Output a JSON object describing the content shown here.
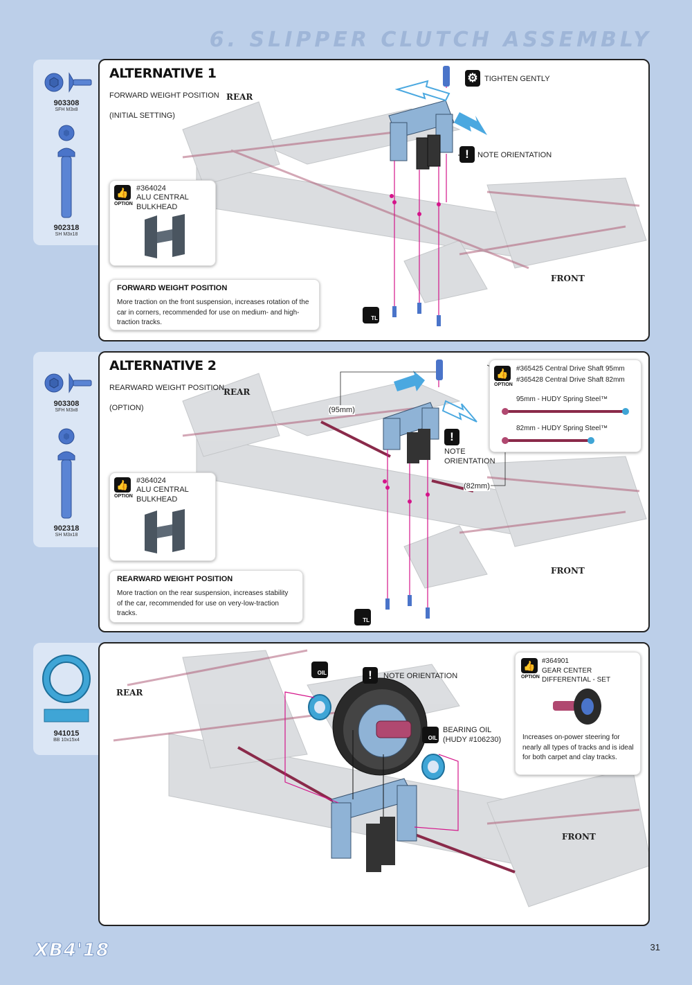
{
  "header": {
    "title": "6. SLIPPER CLUTCH ASSEMBLY"
  },
  "footer": {
    "logo": "XB4'18",
    "page_number": "31"
  },
  "panel1": {
    "title": "ALTERNATIVE 1",
    "subtitle": "FORWARD WEIGHT POSITION",
    "setting": "(INITIAL SETTING)",
    "rear": "REAR",
    "front": "FRONT",
    "tighten": "TIGHTEN GENTLY",
    "orientation": "NOTE ORIENTATION",
    "option_code": "#364024",
    "option_name": "ALU CENTRAL BULKHEAD",
    "option_word": "OPTION",
    "info_title": "FORWARD WEIGHT POSITION",
    "info_text": "More traction on the front suspension, increases rotation of the car in corners, recommended for use on medium- and high-traction tracks.",
    "tool": "TL"
  },
  "panel2": {
    "title": "ALTERNATIVE 2",
    "subtitle": "REARWARD WEIGHT POSITION",
    "setting": "(OPTION)",
    "rear": "REAR",
    "front": "FRONT",
    "orientation_1": "NOTE",
    "orientation_2": "ORIENTATION",
    "dim_95": "(95mm)",
    "dim_82": "(82mm)",
    "option_code": "#364024",
    "option_name": "ALU CENTRAL BULKHEAD",
    "option_word": "OPTION",
    "info_title": "REARWARD WEIGHT POSITION",
    "info_text": "More traction on the rear suspension, increases stability of the car, recommended for use on very-low-traction tracks.",
    "shaft_line1": "#365425 Central Drive Shaft 95mm",
    "shaft_line2": "#365428 Central Drive Shaft 82mm",
    "shaft_95": "95mm - HUDY Spring Steel™",
    "shaft_82": "82mm - HUDY Spring Steel™",
    "tool": "TL"
  },
  "panel3": {
    "rear": "REAR",
    "front": "FRONT",
    "orientation": "NOTE ORIENTATION",
    "oil_1": "BEARING OIL",
    "oil_2": "(HUDY #106230)",
    "oil_tag": "OIL",
    "option_code": "#364901",
    "option_name": "GEAR CENTER DIFFERENTIAL - SET",
    "option_word": "OPTION",
    "option_text": "Increases on-power steering for nearly all types of tracks and is ideal for both carpet and clay tracks."
  },
  "parts": [
    {
      "code": "903308",
      "spec": "SFH M3x8"
    },
    {
      "code": "902318",
      "spec": "SH M3x18"
    },
    {
      "code": "903308",
      "spec": "SFH M3x8"
    },
    {
      "code": "902318",
      "spec": "SH M3x18"
    },
    {
      "code": "941015",
      "spec": "BB 10x15x4"
    }
  ],
  "colors": {
    "background": "#bccfe9",
    "parts_part": "#4a74c9",
    "bulkhead_blue": "#8fb3d6",
    "accent_pink": "#d4148a",
    "arrow_blue": "#4aa8e0"
  }
}
